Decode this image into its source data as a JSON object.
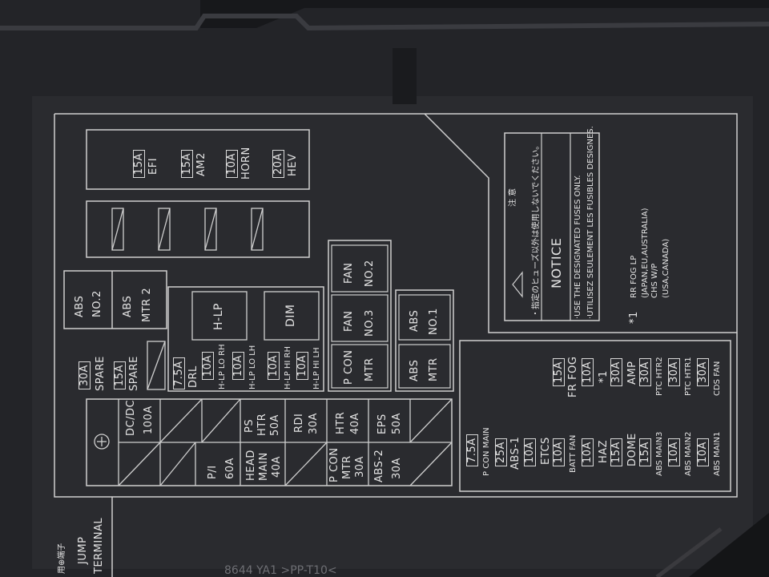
{
  "top_block": {
    "fuses": [
      {
        "amp": "15A",
        "name": "EFI"
      },
      {
        "amp": "15A",
        "name": "AM2"
      },
      {
        "amp": "10A",
        "name": "HORN"
      },
      {
        "amp": "20A",
        "name": "HEV"
      }
    ]
  },
  "notice": {
    "jp_title": "注 意",
    "jp_text": "・指定のヒューズ以外は使用しないでください。",
    "title": "NOTICE",
    "line_en": "·USE THE DESIGNATED FUSES ONLY.",
    "line_fr": "·UTILISEZ SEULEMENT LES FUSIBLES DESIGNES."
  },
  "footnote": {
    "marker": "*1",
    "line1": "RR FOG LP",
    "line2": "(JAPAN,EU,AUSTRALIA)",
    "line3": "CHS W/P",
    "line4": "(USA,CANADA)"
  },
  "left_column": {
    "abs_no2": [
      "ABS",
      "NO.2"
    ],
    "abs_mtr2": [
      "ABS",
      "MTR 2"
    ],
    "spare1": {
      "amp": "30A",
      "name": "SPARE"
    },
    "spare2": {
      "amp": "15A",
      "name": "SPARE"
    }
  },
  "relays": {
    "hlp": "H-LP",
    "dim": "DIM",
    "fan_no2": [
      "FAN",
      "NO.2"
    ],
    "fan_no3": [
      "FAN",
      "NO.3"
    ],
    "abs_no1": [
      "ABS",
      "NO.1"
    ],
    "p_con_mtr": [
      "P CON",
      "MTR"
    ],
    "abs_mtr": [
      "ABS",
      "MTR"
    ]
  },
  "middle_fuses": [
    {
      "amp": "7.5A",
      "name": "DRL"
    },
    {
      "amp": "10A",
      "name": "H-LP LO RH"
    },
    {
      "amp": "10A",
      "name": "H-LP LO LH"
    },
    {
      "amp": "10A",
      "name": "H-LP HI RH"
    },
    {
      "amp": "10A",
      "name": "H-LP HI LH"
    }
  ],
  "bottom_block": {
    "dcdc": [
      "DC/DC",
      "100A"
    ],
    "ps_htr": [
      "PS",
      "HTR",
      "50A"
    ],
    "rdi": [
      "RDI",
      "30A"
    ],
    "htr": [
      "HTR",
      "40A"
    ],
    "eps": [
      "EPS",
      "50A"
    ],
    "pi": [
      "P/I",
      "60A"
    ],
    "head_main": [
      "HEAD",
      "MAIN",
      "40A"
    ],
    "p_con_mtr": [
      "P CON",
      "MTR",
      "30A"
    ],
    "abs2": [
      "ABS-2",
      "30A"
    ]
  },
  "right_fuses": [
    {
      "amp": "7.5A",
      "name": "P CON MAIN"
    },
    {
      "amp": "25A",
      "name": "ABS-1"
    },
    {
      "amp": "10A",
      "name": "ETCS"
    },
    {
      "amp": "10A",
      "name": "BATT FAN"
    },
    {
      "amp": "10A",
      "name": "HAZ"
    },
    {
      "amp": "15A",
      "name": "DOME"
    },
    {
      "amp": "15A",
      "name": "ABS MAIN3"
    },
    {
      "amp": "10A",
      "name": "ABS MAIN2"
    },
    {
      "amp": "10A",
      "name": "ABS MAIN1"
    },
    {
      "amp": "15A",
      "name": "FR FOG"
    },
    {
      "amp": "10A",
      "name": "*1"
    },
    {
      "amp": "30A",
      "name": "AMP"
    },
    {
      "amp": "30A",
      "name": "PTC HTR2"
    },
    {
      "amp": "30A",
      "name": "PTC HTR1"
    },
    {
      "amp": "30A",
      "name": "CDS FAN"
    }
  ],
  "terminal": {
    "jp": "用⊕端子",
    "line1": "JUMP",
    "line2": "TERMINAL",
    "symbol": "⊕"
  },
  "part_code": "8644 YA1 >PP-T10<"
}
